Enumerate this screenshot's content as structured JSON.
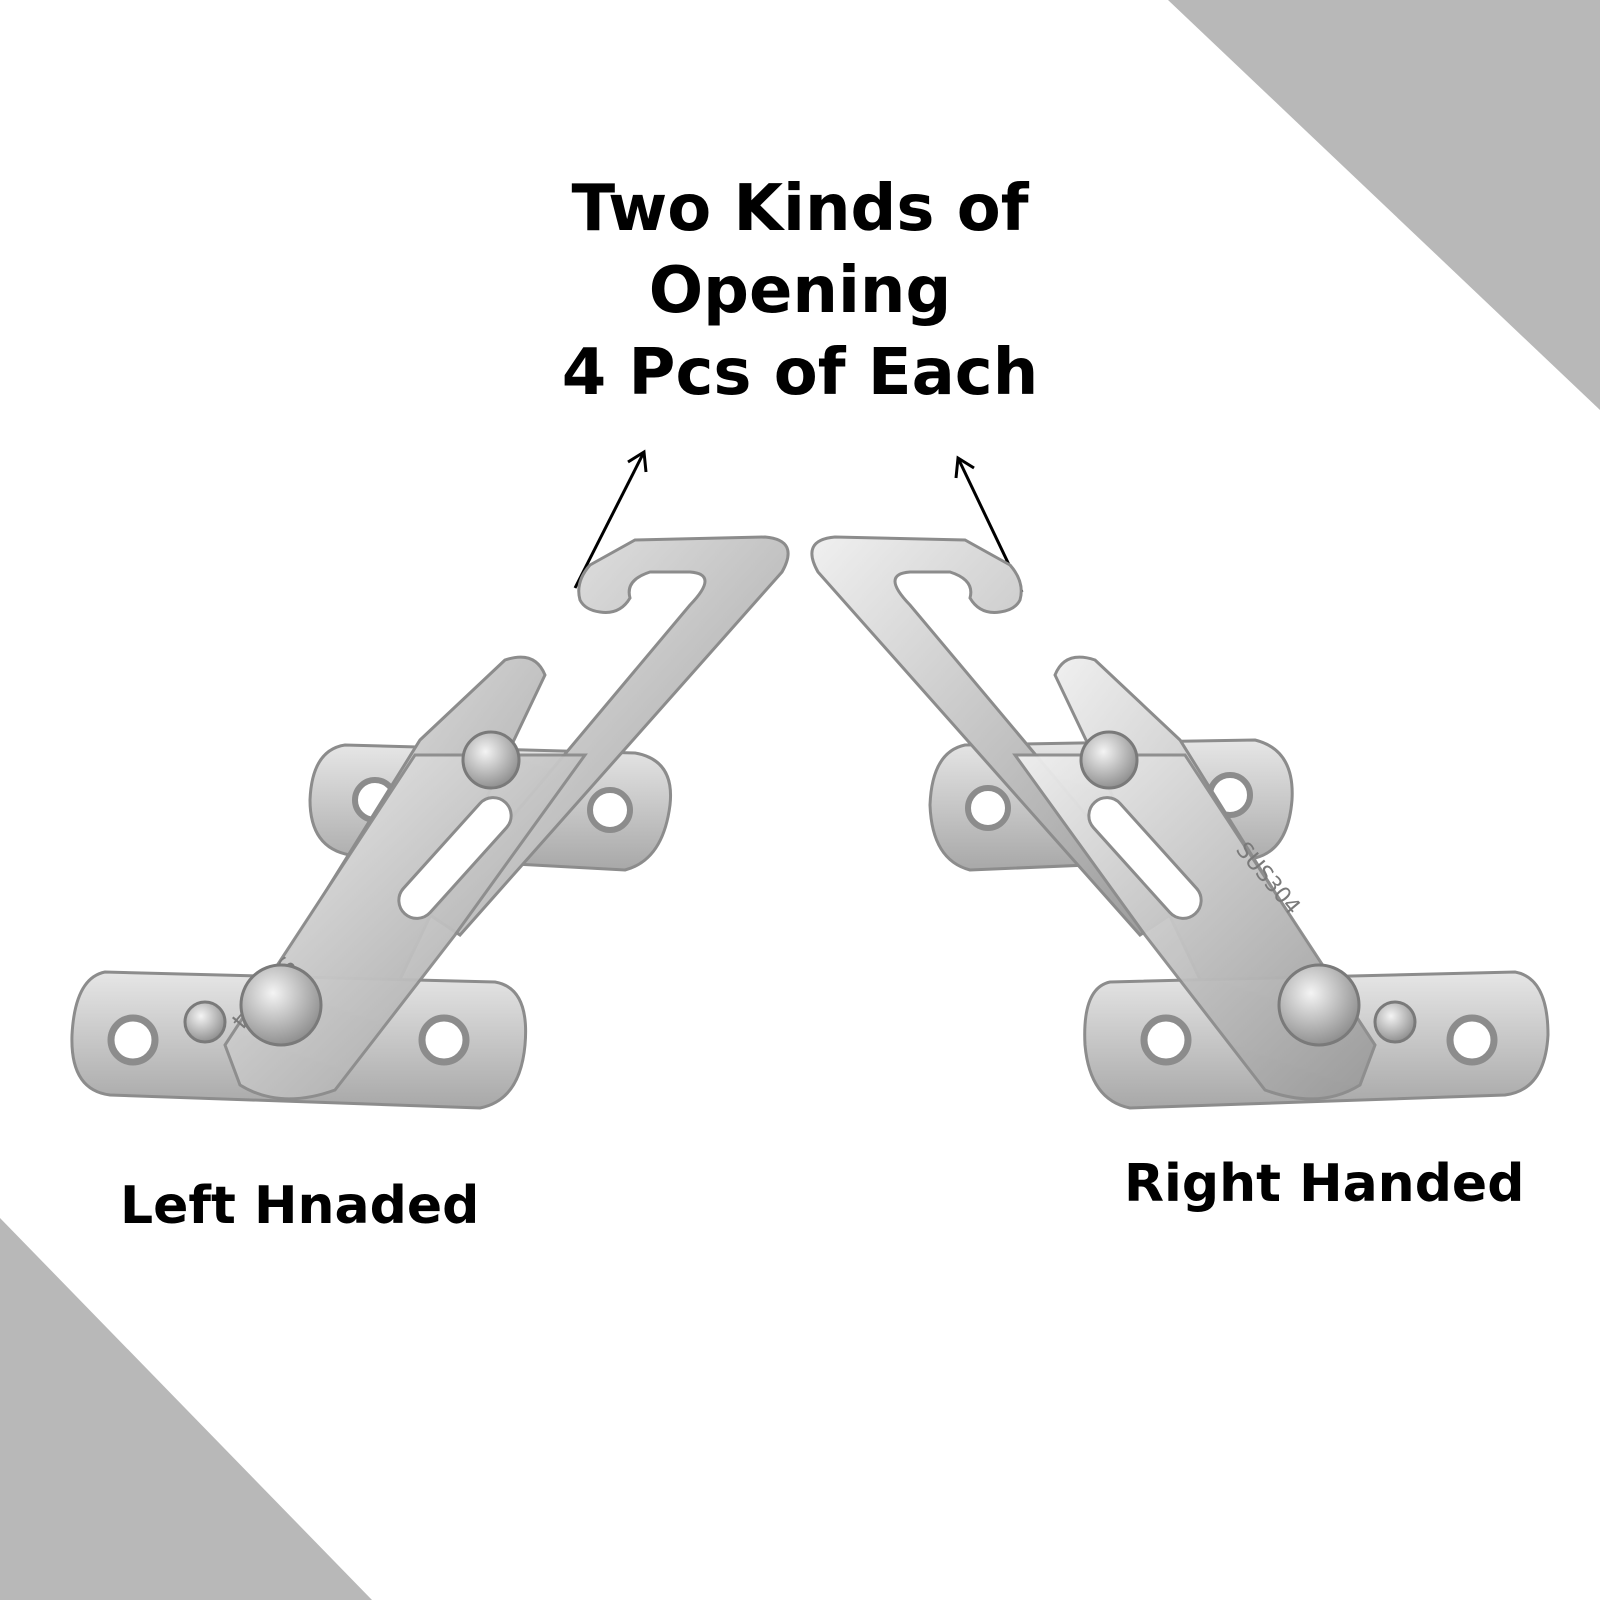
{
  "headline": {
    "line1": "Two Kinds of",
    "line2": "Opening",
    "line3": "4 Pcs of Each"
  },
  "labels": {
    "left": "Left Hnaded",
    "right": "Right Handed"
  },
  "stamps": {
    "left_plate": "SUS304",
    "right_plate": "SUS304"
  },
  "colors": {
    "corner_gray": "#b8b8b8",
    "metal_light": "#dcdcdc",
    "metal_dark": "#8c8c8c",
    "text": "#000000"
  }
}
